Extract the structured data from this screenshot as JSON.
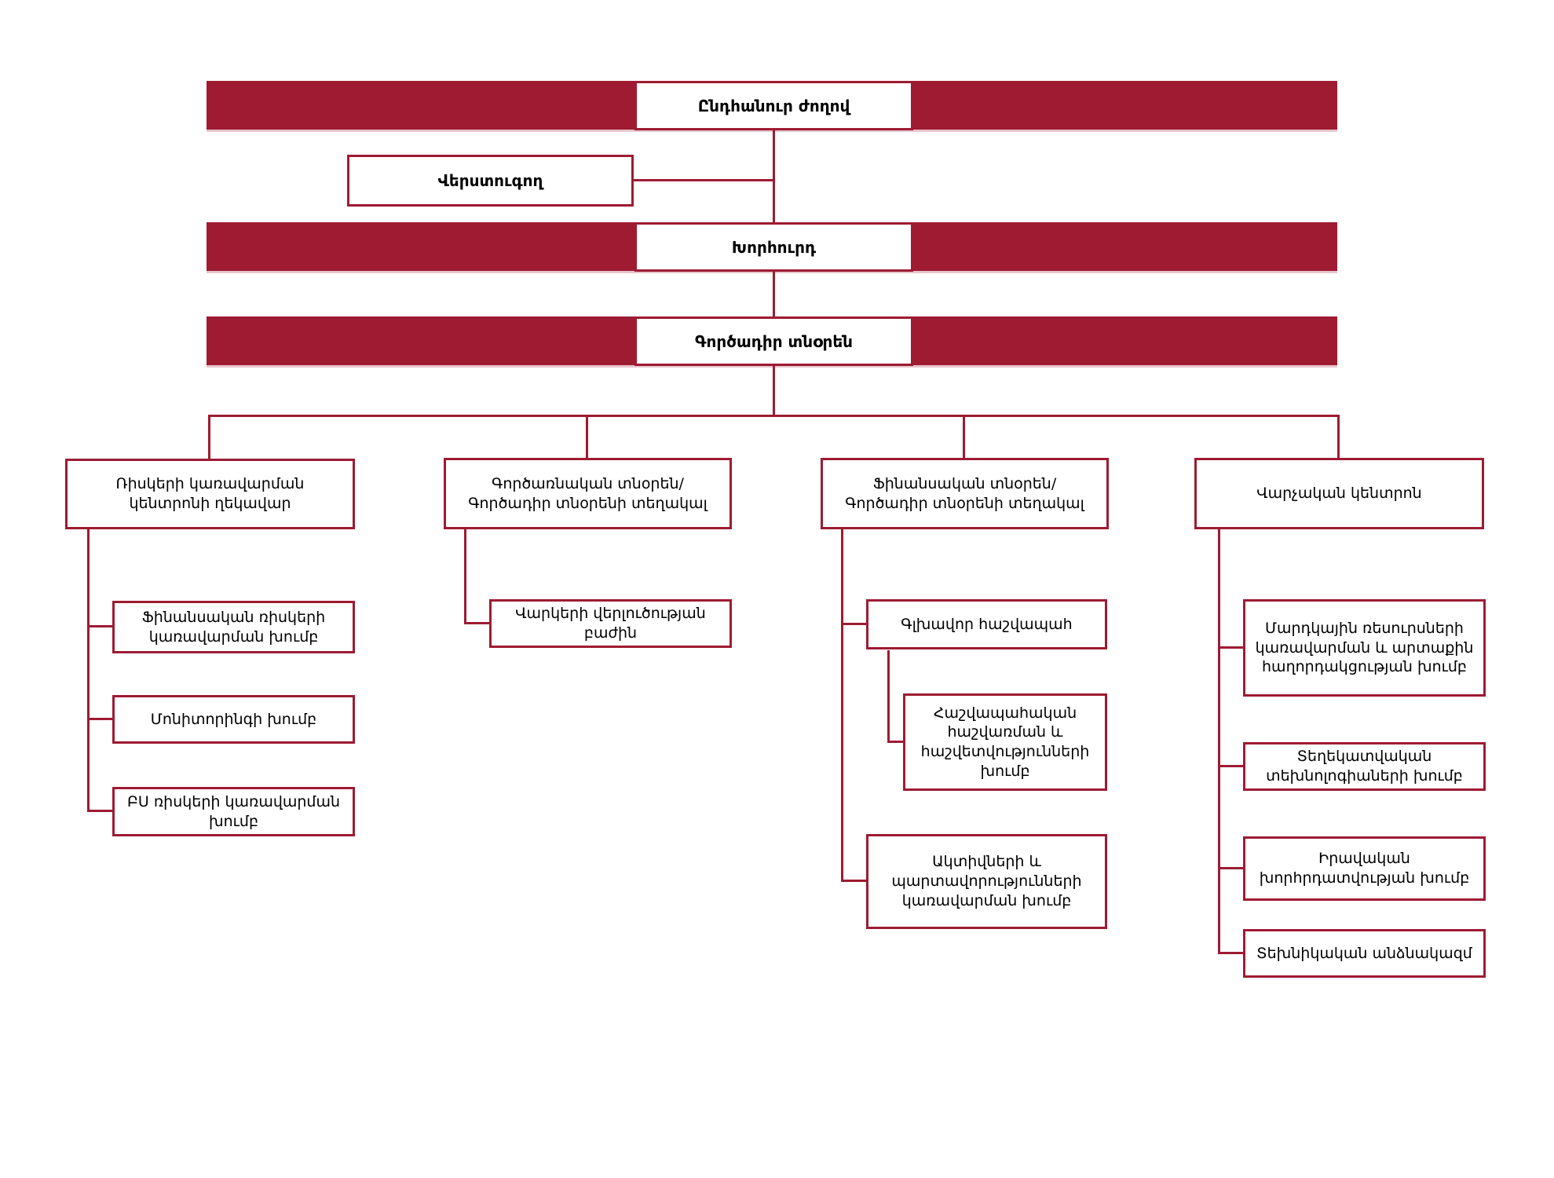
{
  "colors": {
    "accent_maroon": "#9E1B32",
    "box_background": "#FFFFFF",
    "text": "#000000"
  },
  "org_chart": {
    "top": {
      "general_assembly": "Ընդհանուր ժողով",
      "auditor": "Վերստուգող",
      "board": "Խորհուրդ",
      "executive_director": "Գործադիր տնօրեն"
    },
    "branches": [
      {
        "label": "Ռիսկերի կառավարման կենտրոնի ղեկավար",
        "children": [
          "Ֆինանսական ռիսկերի կառավարման խումբ",
          "Մոնիտորինգի խումբ",
          "ԲՍ ռիսկերի կառավարման խումբ"
        ]
      },
      {
        "label": "Գործառնական տնօրեն/ Գործադիր տնօրենի տեղակալ",
        "children": [
          "Վարկերի վերլուծության բաժին"
        ]
      },
      {
        "label": "Ֆինանսական տնօրեն/ Գործադիր տնօրենի տեղակալ",
        "children": [
          "Գլխավոր հաշվապահ",
          "Հաշվապահական հաշվառման և հաշվետվությունների խումբ",
          "Ակտիվների և պարտավորությունների կառավարման խումբ"
        ]
      },
      {
        "label": "Վարչական կենտրոն",
        "children": [
          "Մարդկային ռեսուրսների կառավարման և արտաքին հաղորդակցության խումբ",
          "Տեղեկատվական տեխնոլոգիաների խումբ",
          "Իրավական խորհրդատվության խումբ",
          "Տեխնիկական անձնակազմ"
        ]
      }
    ]
  }
}
